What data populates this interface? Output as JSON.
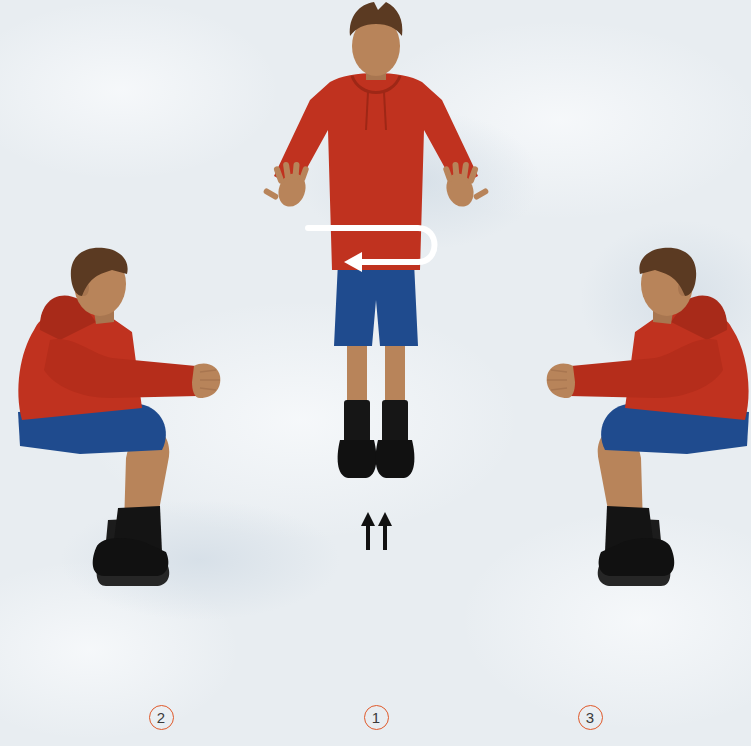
{
  "diagram": {
    "nodes": [
      {
        "text": [
          "2"
        ]
      },
      {
        "text": [
          "1"
        ]
      },
      {
        "text": [
          "3"
        ]
      }
    ]
  }
}
